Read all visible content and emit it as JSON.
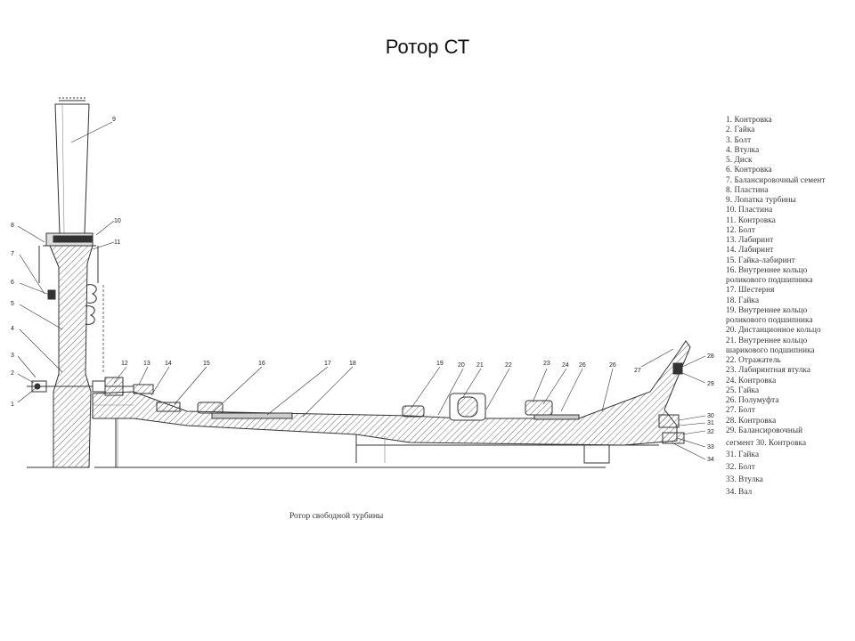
{
  "title": "Ротор СТ",
  "caption": "Ротор свободной турбины",
  "legend": [
    "1. Контровка",
    "2. Гайка",
    "3. Болт",
    "4. Втулка",
    "5. Диск",
    "6. Контровка",
    "7. Балансировочный семент",
    "8. Пластина",
    "9. Лопатка турбины",
    "10. Пластина",
    "11. Контровка",
    "12. Болт",
    "13. Лабиринт",
    "14. Лабиринт",
    "15. Гайка-лабиринт",
    "16. Внутреннее кольцо",
    "роликового подшипника",
    "17. Шестерня",
    "18. Гайка",
    "19. Внутреннее кольцо",
    "роликового подшипника",
    "20. Дистанционное кольцо",
    "21. Внутреннее кольцо",
    "шарикового подшипника",
    "22. Отражатель",
    "23. Лабиринтная втулка",
    "24. Контровка",
    "25. Гайка",
    "26. Полумуфта",
    "27. Болт",
    "28. Контровка",
    "29. Балансировочный",
    "сегмент 30. Контровка",
    "31. Гайка",
    "32. Болт",
    "33. Втулка",
    "34. Вал"
  ],
  "callouts": [
    "1",
    "2",
    "3",
    "4",
    "5",
    "6",
    "7",
    "8",
    "9",
    "10",
    "11",
    "12",
    "13",
    "14",
    "15",
    "16",
    "17",
    "18",
    "19",
    "20",
    "21",
    "22",
    "23",
    "24",
    "26",
    "26",
    "27",
    "28",
    "29",
    "30",
    "31",
    "32",
    "33",
    "34"
  ]
}
